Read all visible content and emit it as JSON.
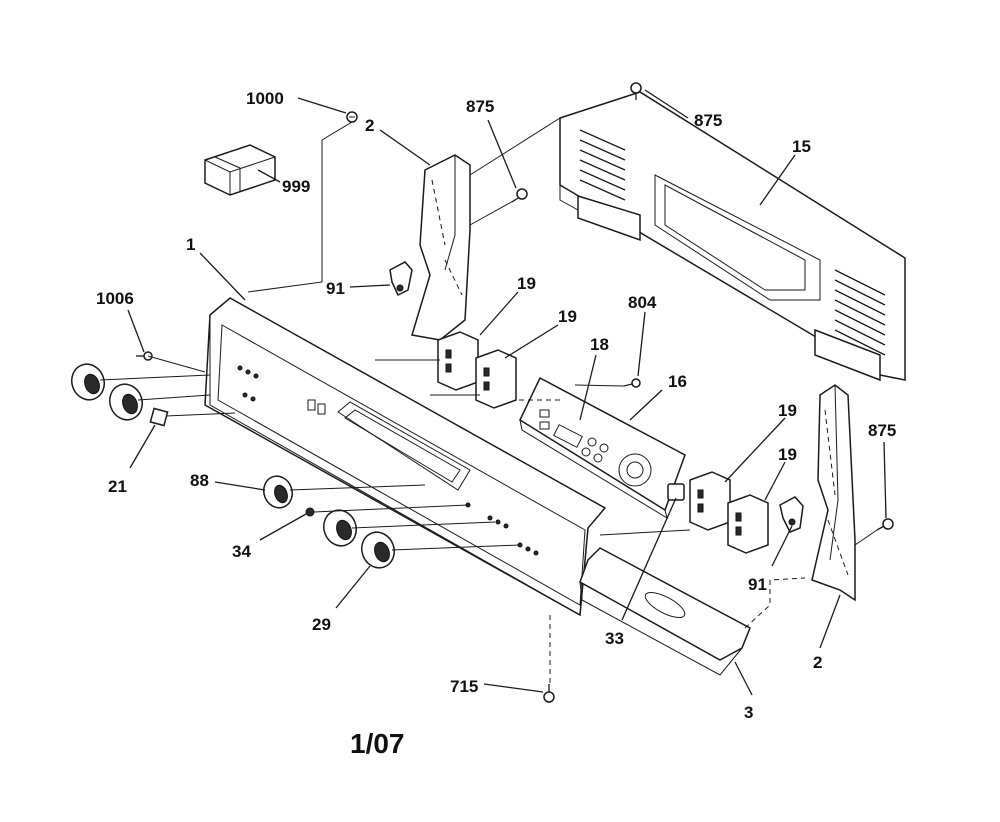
{
  "callouts": {
    "c1000": "1000",
    "c999": "999",
    "c2_top": "2",
    "c875_a": "875",
    "c875_b": "875",
    "c15": "15",
    "c1": "1",
    "c91_a": "91",
    "c19_a": "19",
    "c19_b": "19",
    "c804": "804",
    "c1006": "1006",
    "c18": "18",
    "c16": "16",
    "c21": "21",
    "c88": "88",
    "c34": "34",
    "c29": "29",
    "c19_c": "19",
    "c19_d": "19",
    "c875_c": "875",
    "c91_b": "91",
    "c33": "33",
    "c2_bottom": "2",
    "c715": "715",
    "c3": "3"
  },
  "date_stamp": "1/07"
}
